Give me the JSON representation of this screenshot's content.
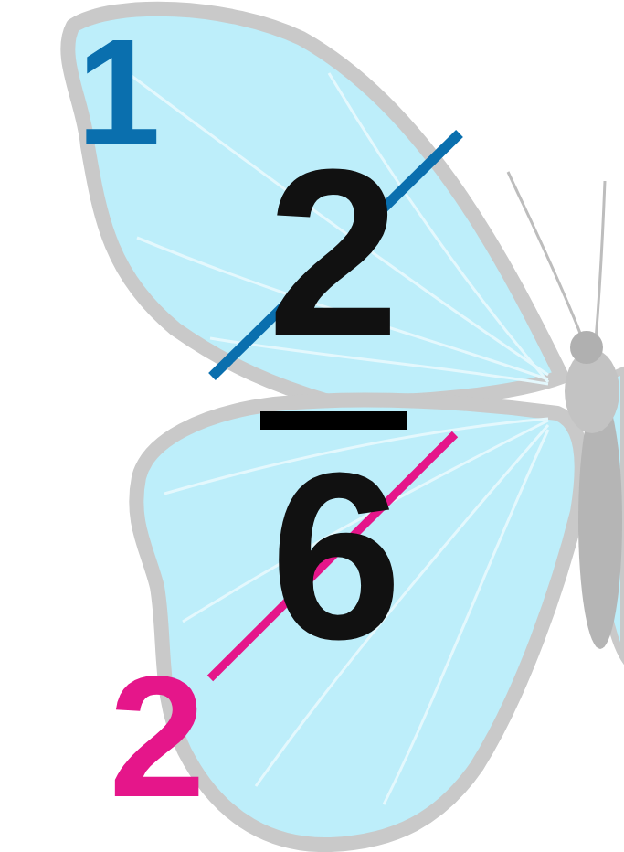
{
  "diagram": {
    "labels": [
      "1",
      "2",
      "6",
      "2"
    ]
  }
}
